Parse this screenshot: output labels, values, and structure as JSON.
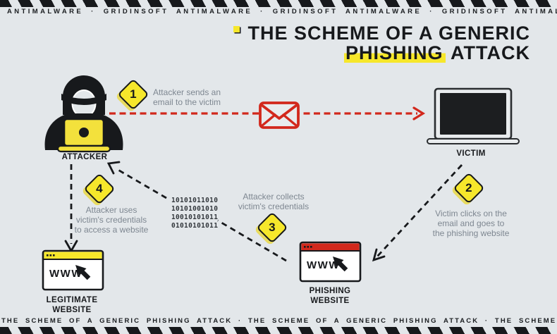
{
  "colors": {
    "background": "#e3e7ea",
    "ink": "#17191c",
    "yellow": "#f6e72b",
    "red": "#d2281c",
    "gray_text": "#7e8791"
  },
  "top_banner": {
    "text": "ANTIMALWARE · GRIDINSOFT ANTIMALWARE · GRIDINSOFT ANTIMALWARE · GRIDINSOFT ANTIMALW"
  },
  "bottom_banner": {
    "text": "THE SCHEME OF A GENERIC PHISHING ATTACK · THE SCHEME OF A GENERIC PHISHING ATTACK · THE SCHEME OF"
  },
  "title": {
    "line1": "THE SCHEME OF A GENERIC",
    "highlight": "PHISHING",
    "line2_rest": "ATTACK"
  },
  "steps": [
    {
      "number": "1",
      "text": "Attacker sends an\nemail to the victim"
    },
    {
      "number": "2",
      "text": "Victim clicks on the\nemail and goes to\nthe phishing website"
    },
    {
      "number": "3",
      "text": "Attacker collects\nvictim's credentials"
    },
    {
      "number": "4",
      "text": "Attacker uses\nvictim's credentials\nto access a website"
    }
  ],
  "binary": [
    "10101011010",
    "10101001010",
    "10010101011",
    "01010101011"
  ],
  "nodes": {
    "attacker": {
      "label": "ATTACKER"
    },
    "victim": {
      "label": "VICTIM"
    },
    "legitimate": {
      "label": "LEGITIMATE\nWEBSITE",
      "browser_text": "WWW"
    },
    "phishing": {
      "label": "PHISHING\nWEBSITE",
      "browser_text": "WWW"
    }
  }
}
